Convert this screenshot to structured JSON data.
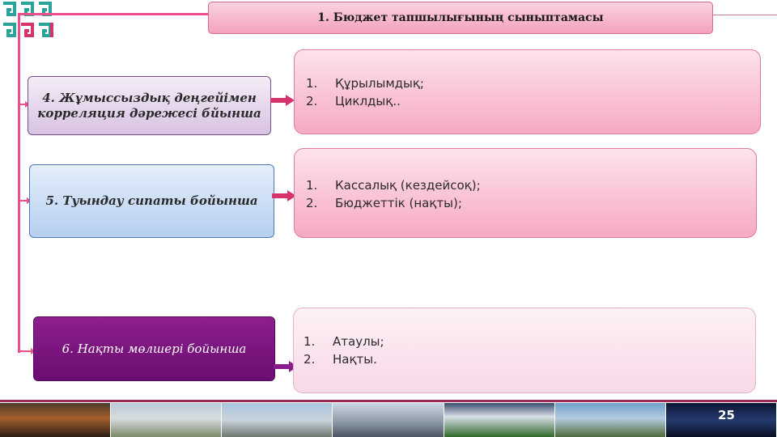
{
  "title": "1. Бюджет тапшылығының сыныптамасы",
  "categories": [
    {
      "id": "4",
      "label": "4. Жұмыссыздық деңгейімен корреляция дәрежесі бйынша",
      "items": [
        {
          "num": "1.",
          "text": "Құрылымдық;"
        },
        {
          "num": "2.",
          "text": "Циклдық.."
        }
      ]
    },
    {
      "id": "5",
      "label": "5. Туындау сипаты бойынша",
      "items": [
        {
          "num": "1.",
          "text": "Кассалық (кездейсоқ);"
        },
        {
          "num": "2.",
          "text": "Бюджеттік (нақты);"
        }
      ]
    },
    {
      "id": "6",
      "label": "6. Нақты мөлшері бойынша",
      "items": [
        {
          "num": "1.",
          "text": "Атаулы;"
        },
        {
          "num": "2.",
          "text": "Нақты."
        }
      ]
    }
  ],
  "page_number": "25",
  "colors": {
    "connector": "#ea4f8b",
    "arrow_red": "#d6336c",
    "arrow_purple": "#8a1c8c",
    "ornament": "#2aa39a"
  },
  "icons": {
    "ornament": "kazakh-pattern-icon",
    "arrow": "right-arrow-icon"
  }
}
